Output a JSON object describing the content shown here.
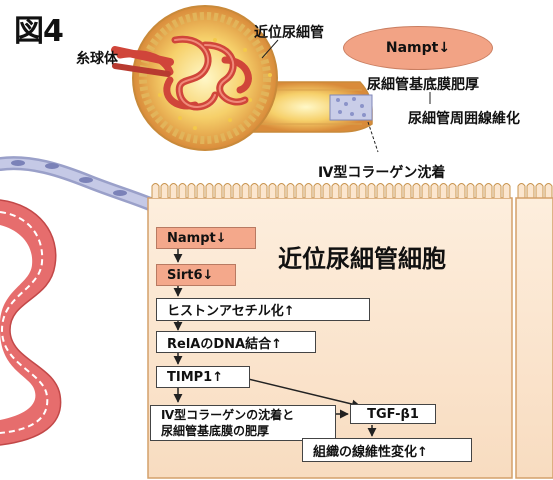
{
  "figure_label": "図4",
  "overview": {
    "glomerulus_label": "糸球体",
    "proximal_tubule_label": "近位尿細管",
    "nampt_oval": "Nampt↓",
    "thickening_label": "尿細管基底膜肥厚",
    "fibrosis_label": "尿細管周囲線維化",
    "collagen_label": "Ⅳ型コラーゲン沈着"
  },
  "cell": {
    "title": "近位尿細管細胞"
  },
  "pathway": {
    "nampt": "Nampt↓",
    "sirt6": "Sirt6↓",
    "histone": "ヒストンアセチル化↑",
    "rela": "RelAのDNA結合↑",
    "timp1": "TIMP1↑",
    "collagen_line1": "Ⅳ型コラーゲンの沈着と",
    "collagen_line2": "尿細管基底膜の肥厚",
    "tgf": "TGF-β1",
    "fibrosis": "組織の線維性変化↑"
  },
  "colors": {
    "nampt_box": "#f4a88b",
    "cell_fill": "#fbe6cf",
    "vessel": "#e06b6b"
  }
}
